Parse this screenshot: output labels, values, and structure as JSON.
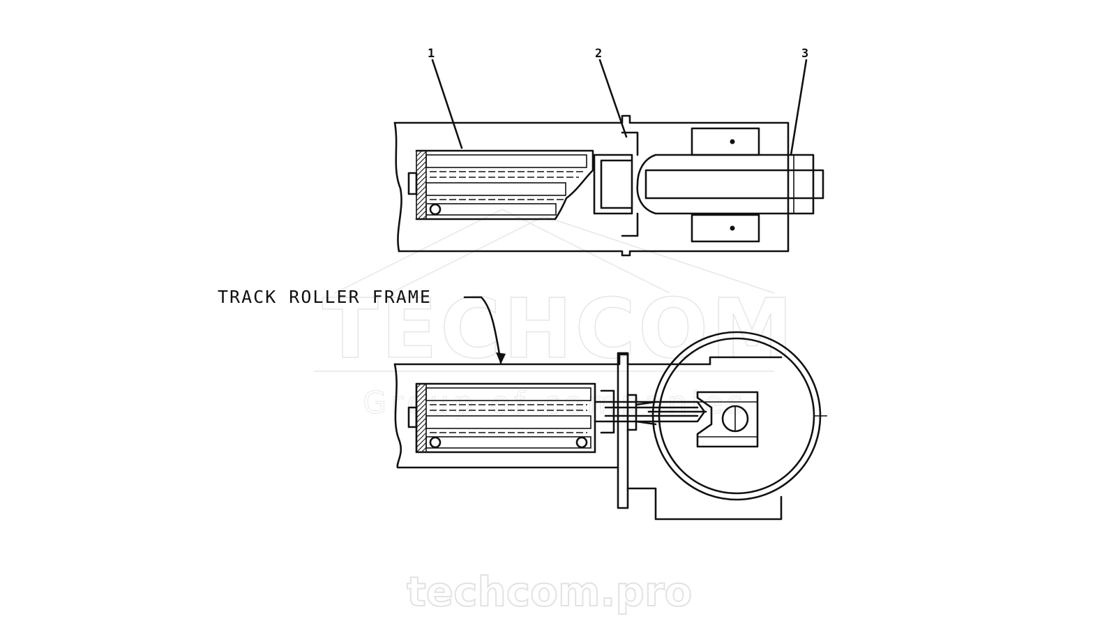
{
  "callouts": {
    "one": "1",
    "two": "2",
    "three": "3"
  },
  "frame_label": "TRACK ROLLER FRAME",
  "watermark": {
    "brand": "TECHCOM",
    "sub": "Group of companies",
    "url": "techcom.pro"
  },
  "colors": {
    "ink": "#111111",
    "background": "#ffffff",
    "watermark": "#e6e6e6"
  }
}
